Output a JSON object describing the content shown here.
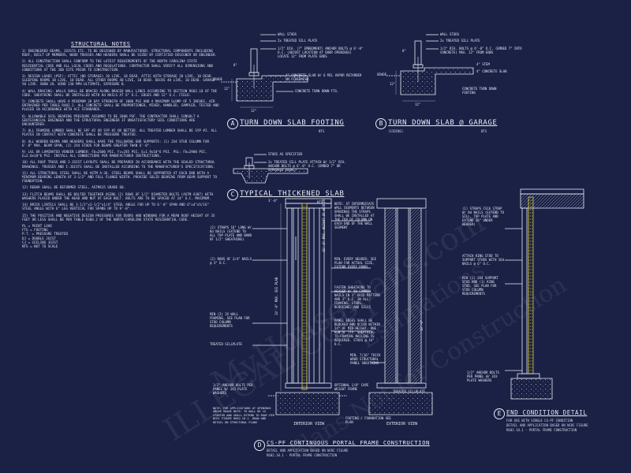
{
  "notes": {
    "title": "STRUCTURAL NOTES",
    "paragraphs": [
      "1) ENGINEERED BEAMS, JOISTS ETC. TO BE DESIGNED BY MANUFACTURER. STRUCTURAL COMPONENTS INCLUDING ROOF, BUILT UP MEMBERS, WOOD TRUSSES AND HEADERS SHALL BE SIZED BY CERTIFIED DESIGNER OR ENGINEER.",
      "2) ALL CONSTRUCTION SHALL CONFORM TO THE LATEST REQUIREMENTS OF THE NORTH CAROLINA STATE RESIDENTIAL CODE AND ALL LOCAL CODES AND REGULATIONS. CONTRACTOR SHALL VERIFY ALL DIMENSIONS AND CONDITIONS AT THE JOB SITE PRIOR TO CONSTRUCTION.",
      "3) DESIGN LOADS (PSF): ATTIC (NO STORAGE) 10 LIVE, 10 DEAD. ATTIC WITH STORAGE 20 LIVE, 10 DEAD. SLEEPING ROOMS 30 LIVE, 10 DEAD. ALL OTHER ROOMS 40 LIVE, 10 DEAD. DECKS 40 LIVE, 10 DEAD. GARAGE 50 LIVE. SNOW 20. WIND 130 MPH ULTIMATE, EXPOSURE B.",
      "4) WALL BRACING: WALLS SHALL BE BRACED ALONG BRACED WALL LINES ACCORDING TO SECTION R602.10 OF THE CODE. SHEATHING SHALL BE INSTALLED WITH 8d NAILS AT 6\" O.C. EDGES AND 12\" O.C. FIELD.",
      "5) CONCRETE SHALL HAVE A MINIMUM 28 DAY STRENGTH OF 3000 PSI AND A MAXIMUM SLUMP OF 5 INCHES. AIR ENTRAINED PER TABLE R402.2. ALL CONCRETE SHALL BE PROPORTIONED, MIXED, HANDLED, SAMPLED, TESTED AND PLACED IN ACCORDANCE WITH ACI STANDARDS.",
      "6) ALLOWABLE SOIL BEARING PRESSURE ASSUMED TO BE 2000 PSF. THE CONTRACTOR SHALL CONSULT A GEOTECHNICAL ENGINEER AND THE STRUCTURAL ENGINEER IF UNSATISFACTORY SOIL CONDITIONS ARE ENCOUNTERED.",
      "7) ALL FRAMING LUMBER SHALL BE SPF #2 OR SYP #2 OR BETTER. ALL TREATED LUMBER SHALL BE SYP #2. ALL PLATES IN CONTACT WITH CONCRETE SHALL BE PRESSURE TREATED.",
      "8) ALL WOODEN BEAMS AND HEADERS SHALL HAVE THE FOLLOWING END SUPPORTS: (1) 2X4 STUD COLUMN FOR 6'-0\" MAX. BEAM SPAN, (2) 2X4 STUDS FOR BEAMS GREATER THAN 6'-0\".",
      "9) LVL OR LAMINATED VENEER LUMBER: Fb=2600 PSI, Fv=285 PSI, E=1.9x10^6 PSI. PSL: Fb=2900 PSI, E=2.0x10^6 PSI. INSTALL ALL CONNECTIONS PER MANUFACTURER INSTRUCTIONS.",
      "10) ALL ROOF TRUSS AND I-JOIST LAYOUTS SHALL BE PREPARED IN ACCORDANCE WITH THE SEALED STRUCTURAL DRAWINGS. TRUSSES AND I-JOISTS SHALL BE INSTALLED ACCORDING TO THE MANUFACTURER'S SPECIFICATIONS.",
      "11) ALL STRUCTURAL STEEL SHALL BE ASTM A-36. STEEL BEAMS SHALL BE SUPPORTED AT EACH END WITH A MINIMUM BEARING LENGTH OF 3-1/2\" AND FULL FLANGE WIDTH. PROVIDE SOLID BEARING FROM BEAM SUPPORT TO FOUNDATION.",
      "12) REBAR SHALL BE DEFORMED STEEL, ASTM615 GRADE 60.",
      "13) FLITCH BEAMS SHALL BE BOLTED TOGETHER USING (2) ROWS OF 1/2\" DIAMETER BOLTS (ASTM A307) WITH WASHERS PLACED UNDER THE HEAD AND NUT OF EACH BOLT. BOLTS ARE TO BE SPACED AT 24\" O.C. MAXIMUM.",
      "14) BRICK LINTELS SHALL BE 3-1/2\"x3-1/2\"x1/4\" STEEL ANGLE FOR UP TO 6'-0\" SPAN AND 6\"x4\"x5/16\" STEEL ANGLE WITH 6\" LEG VERTICAL FOR SPANS UP TO 9'-0\".",
      "15) THE POSITIVE AND NEGATIVE DESIGN PRESSURES FOR DOORS AND WINDOWS FOR A MEAN ROOF HEIGHT OF 35 FEET OR LESS SHALL BE PER TABLE R308.2 OF THE NORTH CAROLINA STATE RESIDENTIAL CODE."
    ],
    "legend": [
      "PL = POINT LOAD",
      "FTG = FOOTING",
      "P.T. = PRESSURE TREATED",
      "DJ = DOUBLE JOIST",
      "CJ = CEILING JOIST",
      "NTS = NOT TO SCALE"
    ]
  },
  "details": {
    "a": {
      "letter": "A",
      "title": "TURN DOWN SLAB FOOTING",
      "scale": "NTS",
      "grade": "GRADE",
      "dims": [
        "12\"",
        "12\"",
        "8\""
      ],
      "callouts": [
        "WALL STUDS",
        "2x TREATED SILL PLATE",
        "1/2\" DIA. (7\" EMBEDMENT) ANCHOR BOLTS @ 6'-0\" O.C. (ADJUST LOCATION AT DOOR OPENINGS) LOCATE 12\" FROM PLATE ENDS",
        "4\" CONCRETE SLAB W/ 6 MIL VAPOR RETARDER ON FIBERMESH",
        "CONCRETE TURN DOWN FTG."
      ]
    },
    "b": {
      "letter": "B",
      "title": "TURN DOWN SLAB @ GARAGE",
      "subtitle": "(SIDING)",
      "scale": "NTS",
      "grade": "GRADE",
      "dims": [
        "8\"",
        "12\"",
        "12\""
      ],
      "callouts": [
        "WALL STUDS",
        "2x TREATED SILL PLATE",
        "1/2\" DIA. BOLTS @ 6'-0\" O.C. (EMBED 7\" INTO CONCRETE) MAX. 12\" FROM ENDS",
        "4\" STEM",
        "4\" CONCRETE SLAB",
        "CONCRETE TURN DOWN FOOTING"
      ]
    },
    "c": {
      "letter": "C",
      "title": "TYPICAL THICKENED SLAB",
      "scale": "NTS",
      "callouts": [
        "STUDS AS SPECIFIED",
        "2x TREATED SILL PLATE ATTACH W/ 1/2\" DIA. ANCHOR BOLTS @ 6'-0\" O.C. (EMBED 7\" OR APPROVED EQUAL)"
      ]
    },
    "d": {
      "letter": "D",
      "title": "CS-PF CONTINUOUS PORTAL FRAME CONSTRUCTION",
      "lines": [
        "DETAIL AND APPLICATION BASED ON NCRC FIGURE",
        "R602.10.1 - PORTAL FRAME CONSTRUCTION"
      ],
      "interior_label": "INTERIOR VIEW",
      "exterior_label": "EXTERIOR VIEW",
      "left_callouts": [
        "(2) STRAPS 16\" LONG W/ 8d NAILS (EXTEND TO ALL TOP PLATE AND BAND OF 1/2\" SHEATHING)",
        "(2) RODS OF 3/4\" NAILS @ 3\" O.C.",
        "MIN (2) 2X WALL FRAMING, SEE PLAN FOR STUD COLUMN REQUIREMENTS",
        "TREATED SILLPLATE",
        "1/2\" ANCHOR BOLTS PER PANEL W/ 3X3 PLATE WASHERS",
        "NOTE: FOR APPLICATIONS AT OPENINGS ABOVE GRADE NOTE: TO WALL BE 1X STARTER AND SHALL EXTEND TO ROOF-PER NCRC FIGURE R602.10.1. DRAW AND DETAIL ON STRUCTURAL PLANS"
      ],
      "mid_callouts": [
        "NOTE: AT INTERMEDIATE WALL SEGMENTS BETWEEN OPENINGS THE STRAPS SHALL BE INSTALLED AT THE TOP OF COLUMN ON EACH END OF THE WALL SEGMENT",
        "MIN. EVERY HEADER; SEE PLAN FOR ACTUAL SIZE, EXTEND EVERY PANEL",
        "FASTEN SHEATHING TO HEADER W/ 8d COMMON NAILS IN 3\" GRID PATTERN AND 3\" O.C. IN ALL FRAMING, STUDS, BLOCKING, AND SILLS",
        "PANEL EDGES SHALL BE BLOCKED AND OCCUR WITHIN 24\" OF MID-HEIGHT. ONE ROW OF TYP. SHEATHING-TO-FRAMING NAILING IS REQUIRED. STUDS @ 16\" O.C.",
        "MIN. 7/16\" THICK WOOD STRUCTURAL PANEL SHEATHING",
        "TREATED SILLPLATE",
        "OPTIONAL 1/8\" CAPE WEIGHT FRAME",
        "FOOTING / FOUNDATION SEE PLAN"
      ],
      "dims": [
        "3'-0\"",
        "10'-0\" MAX. HEIGHT OF HEADER",
        "10'-0\" MAX. SEE PLAN",
        "16'-0\""
      ]
    },
    "e": {
      "letter": "E",
      "title": "END CONDITION DETAIL",
      "lines": [
        "FOR USE WITH SINGLE CS-PF CONDITION",
        "DETAIL AND APPLICATION BASED ON NCRC FIGURE",
        "R602.10.1 - PORTAL FRAME CONSTRUCTION"
      ],
      "callouts": [
        "(1) STRAPS CS16 STRAP W/ 8d NAILS (EXTEND TO SILL, TOP PLATE AND EXTEND 36\" UNDER HEADER)",
        "ATTACH KING STUD TO SUPPORT STUDS WITH 16d NAILS @ 6\" O.C.",
        "MIN (1) 2X4 SUPPORT STUD AND (1) KING STUD, SEE PLAN FOR STUD COLUMN REQUIREMENTS",
        "1/2\" ANCHOR BOLTS PER PANEL W/ 3X3 PLATE WASHERS"
      ]
    }
  },
  "watermark": {
    "lines": [
      "ILLEGAL COPY",
      "MyHousePlans.com",
      "Plans Not for Construction",
      "Estimations"
    ]
  },
  "colors": {
    "background": "#1b2145",
    "linework": "#e8ecf4",
    "dim_lines": "#9aa6c4",
    "highlight": "#d8cc3a"
  }
}
